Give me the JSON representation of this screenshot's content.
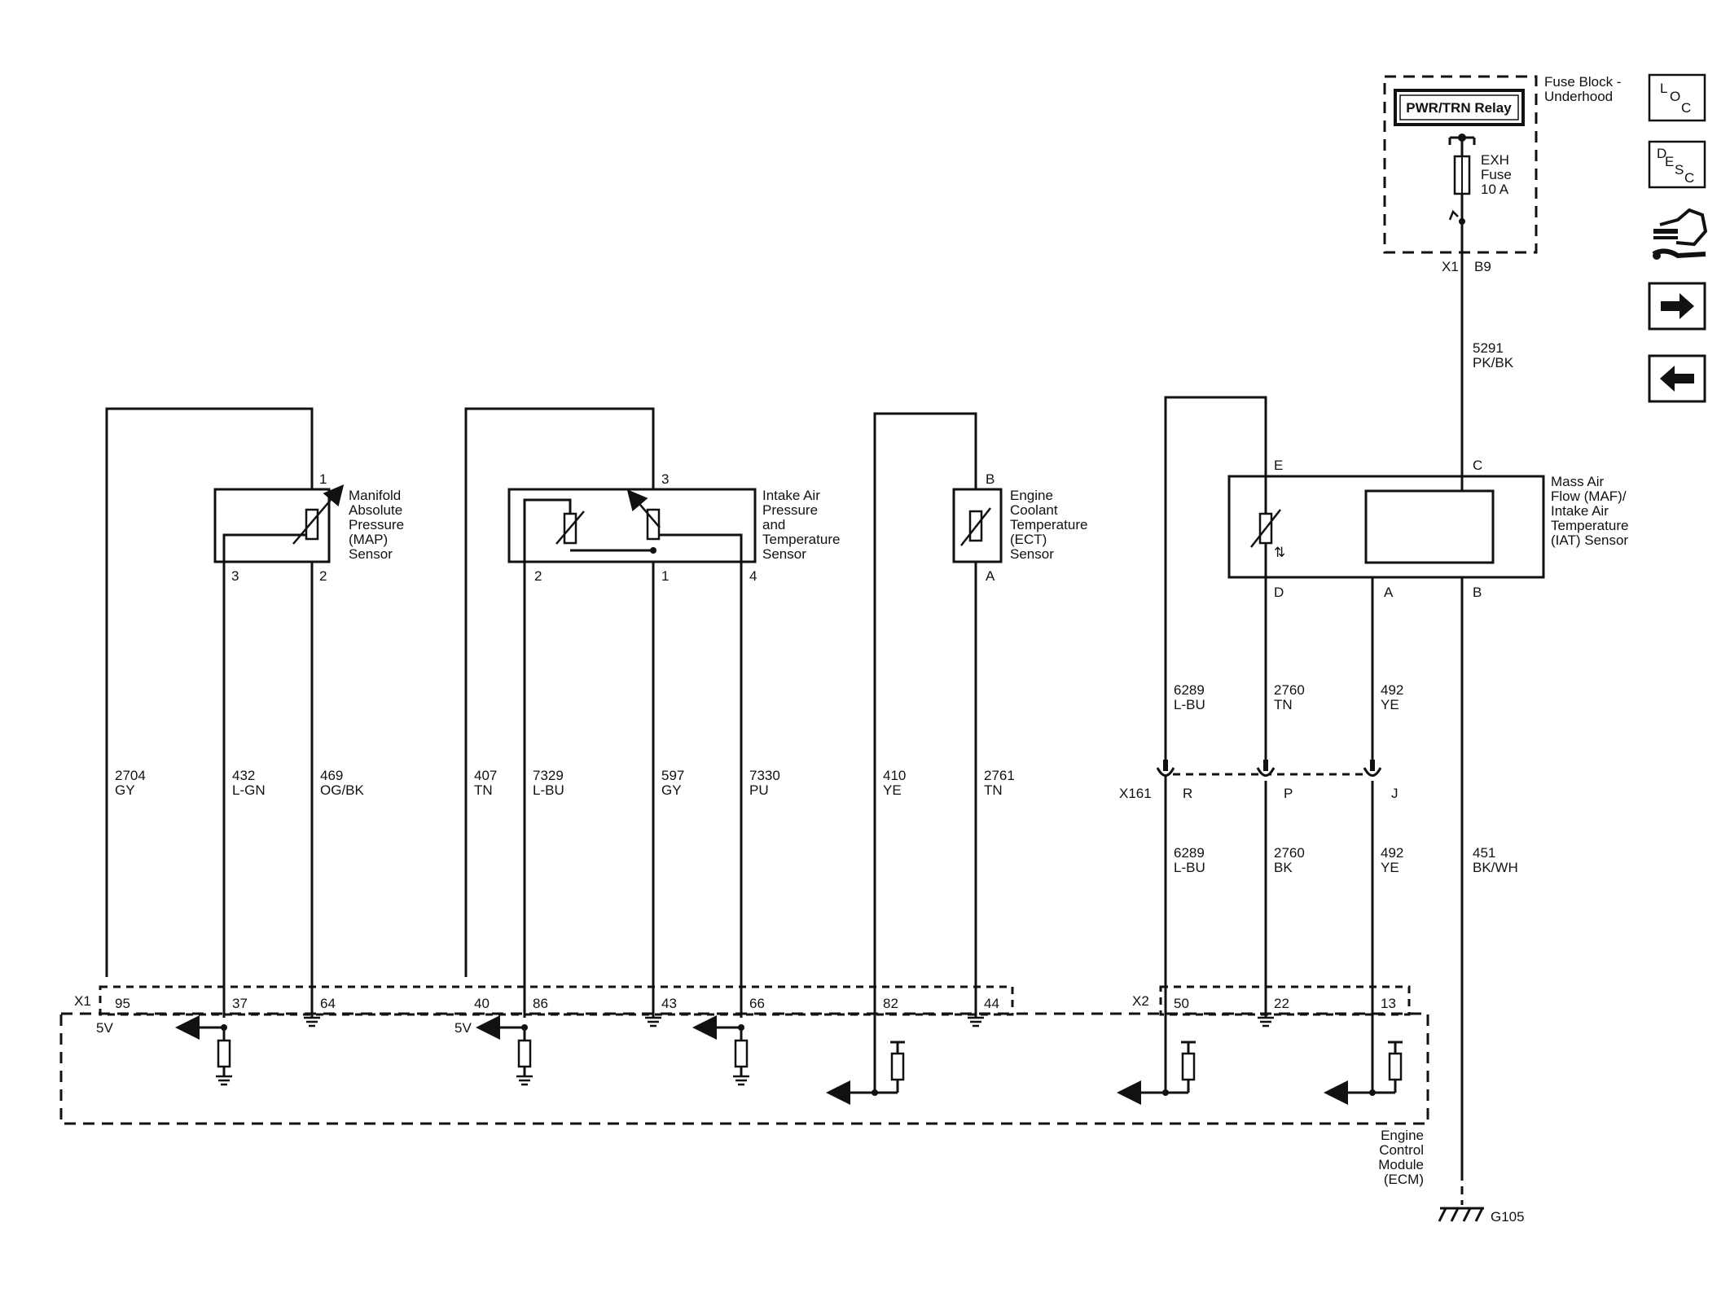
{
  "fuse_block": {
    "title_lines": [
      "Fuse Block -",
      "Underhood"
    ],
    "relay": "PWR/TRN Relay",
    "fuse_lines": [
      "EXH",
      "Fuse",
      "10 A"
    ],
    "connector": "X1",
    "pin": "B9"
  },
  "sensors": {
    "map": {
      "name_lines": [
        "Manifold",
        "Absolute",
        "Pressure",
        "(MAP)",
        "Sensor"
      ],
      "pin_top": "1",
      "pins_bottom": [
        "3",
        "2"
      ]
    },
    "iapt": {
      "name_lines": [
        "Intake Air",
        "Pressure",
        "and",
        "Temperature",
        "Sensor"
      ],
      "pin_top": "3",
      "pins_bottom": [
        "2",
        "1",
        "4"
      ]
    },
    "ect": {
      "name_lines": [
        "Engine",
        "Coolant",
        "Temperature",
        "(ECT)",
        "Sensor"
      ],
      "pin_top": "B",
      "pin_bottom": "A"
    },
    "maf": {
      "name_lines": [
        "Mass Air",
        "Flow (MAF)/",
        "Intake Air",
        "Temperature",
        "(IAT) Sensor"
      ],
      "pins_top": [
        "E",
        "C"
      ],
      "pins_bottom": [
        "D",
        "A",
        "B"
      ]
    }
  },
  "wires": [
    {
      "circuit": "2704",
      "color": "GY"
    },
    {
      "circuit": "432",
      "color": "L-GN"
    },
    {
      "circuit": "469",
      "color": "OG/BK"
    },
    {
      "circuit": "407",
      "color": "TN"
    },
    {
      "circuit": "7329",
      "color": "L-BU"
    },
    {
      "circuit": "597",
      "color": "GY"
    },
    {
      "circuit": "7330",
      "color": "PU"
    },
    {
      "circuit": "410",
      "color": "YE"
    },
    {
      "circuit": "2761",
      "color": "TN"
    },
    {
      "circuit": "6289",
      "color": "L-BU"
    },
    {
      "circuit": "2760",
      "color": "TN"
    },
    {
      "circuit": "492",
      "color": "YE"
    },
    {
      "circuit": "6289",
      "color": "L-BU"
    },
    {
      "circuit": "2760",
      "color": "BK"
    },
    {
      "circuit": "492",
      "color": "YE"
    },
    {
      "circuit": "451",
      "color": "BK/WH"
    },
    {
      "circuit": "5291",
      "color": "PK/BK"
    }
  ],
  "inline_connector": {
    "name": "X161",
    "pins": [
      "R",
      "P",
      "J"
    ]
  },
  "ecm": {
    "name_lines": [
      "Engine",
      "Control",
      "Module",
      "(ECM)"
    ],
    "connectors": [
      "X1",
      "X2"
    ],
    "pins": [
      "95",
      "37",
      "64",
      "40",
      "86",
      "43",
      "66",
      "82",
      "44",
      "50",
      "22",
      "13"
    ],
    "ref_voltage": "5V"
  },
  "ground": {
    "name": "G105"
  },
  "sidebar": {
    "loc": [
      "L",
      "O",
      "C"
    ],
    "desc": [
      "D",
      "E",
      "S",
      "C"
    ]
  }
}
